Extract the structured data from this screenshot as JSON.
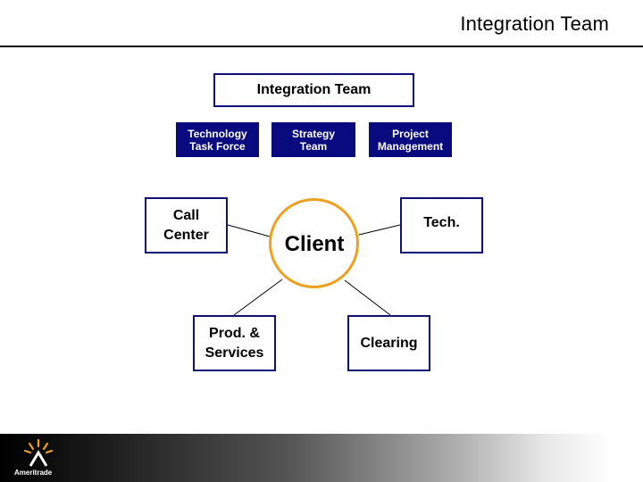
{
  "slide": {
    "title": "Integration Team"
  },
  "diagram": {
    "main_box": "Integration Team",
    "teams": [
      {
        "label": "Technology\nTask Force"
      },
      {
        "label": "Strategy\nTeam"
      },
      {
        "label": "Project\nManagement"
      }
    ],
    "center": "Client",
    "nodes": {
      "call_center": "Call\nCenter",
      "tech": "Tech.",
      "prod_services": "Prod. &\nServices",
      "clearing": "Clearing"
    }
  },
  "footer": {
    "logo_text": "Ameritrade"
  },
  "colors": {
    "box_border": "#10107a",
    "team_fill": "#0a0a80",
    "client_ring": "#f0a020",
    "logo_accent": "#f0a020"
  }
}
